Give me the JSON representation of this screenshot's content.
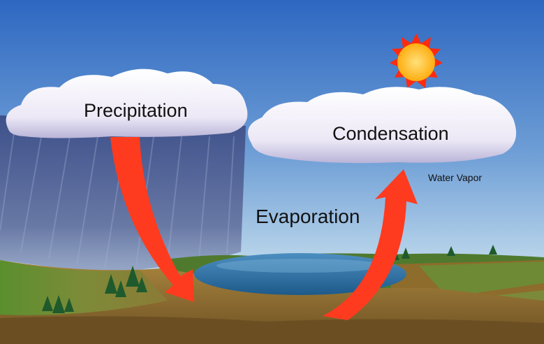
{
  "diagram": {
    "labels": {
      "precipitation": "Precipitation",
      "condensation": "Condensation",
      "evaporation": "Evaporation",
      "water_vapor": "Water Vapor"
    },
    "colors": {
      "sky_top": "#2d67c1",
      "sky_bottom": "#cfe3ee",
      "cloud": "#f1eef8",
      "rain": "#4f5c8c",
      "lake": "#2f6fa3",
      "ground": "#8a6a32",
      "hills": "#4f7a2e",
      "arrow": "#ff3b1f",
      "sun": "#ffbf1a",
      "sun_rays": "#ff2a10"
    }
  }
}
